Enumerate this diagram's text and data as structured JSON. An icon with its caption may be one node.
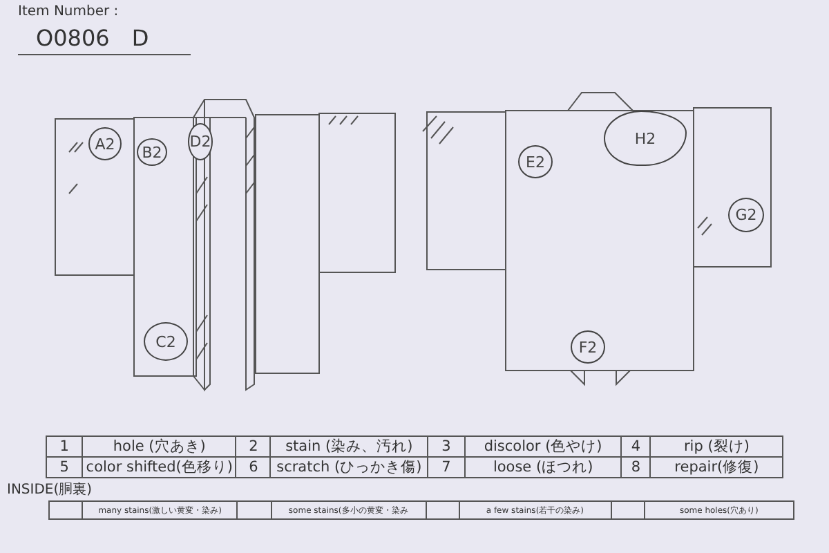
{
  "diagram": {
    "nodes": [
      {
        "text": [
          "A2"
        ]
      },
      {
        "text": [
          "B2"
        ]
      },
      {
        "text": [
          "D2"
        ]
      },
      {
        "text": [
          "C2"
        ]
      },
      {
        "text": [
          "E2"
        ]
      },
      {
        "text": [
          "H2"
        ]
      },
      {
        "text": [
          "G2"
        ]
      },
      {
        "text": [
          "F2"
        ]
      }
    ],
    "edges": [],
    "labels": [
      "Item Number :",
      "O0806　D",
      "1",
      "hole (穴あき)",
      "2",
      "stain (染み、汚れ)",
      "3",
      "discolor (色やけ)",
      "4",
      "rip (裂け)",
      "5",
      "color shifted(色移り)",
      "6",
      "scratch (ひっかき傷)",
      "7",
      "loose (ほつれ)",
      "8",
      "repair(修復)",
      "INSIDE(胴裏)",
      "many stains(激しい黄変・染み)",
      "some stains(多小の黄変・染み",
      "a few stains(若干の染み)",
      "some holes(穴あり)"
    ]
  }
}
